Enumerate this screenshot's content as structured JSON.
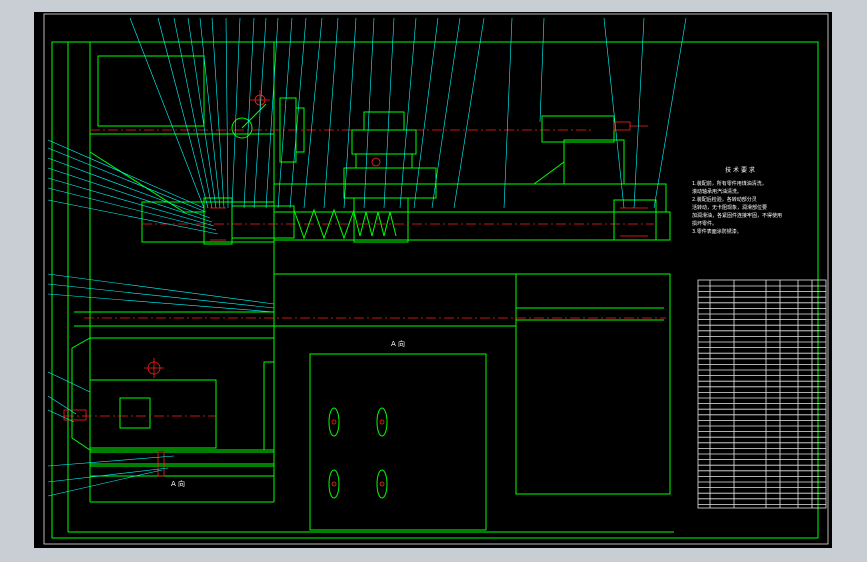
{
  "drawing": {
    "view_label_top": "A 向",
    "view_label_bottom": "A 向",
    "requirements": {
      "title": "技 术 要 求",
      "lines": [
        "1.装配前，所有零件用煤油清洗，",
        "滚动轴承用汽油清洗。",
        "2.装配后检验，各转动部分灵",
        "活转动，无卡阻现象，润滑部位要",
        "加润滑油，各紧固件连接牢固，不得使用",
        "损坏零件。",
        "3.零件表面涂防锈漆。"
      ]
    }
  },
  "colors": {
    "background": "#000000",
    "outline": "#00ff00",
    "leader": "#00ffff",
    "centerline": "#ff2020",
    "text": "#ffffff",
    "frame": "#c9cdd4"
  }
}
